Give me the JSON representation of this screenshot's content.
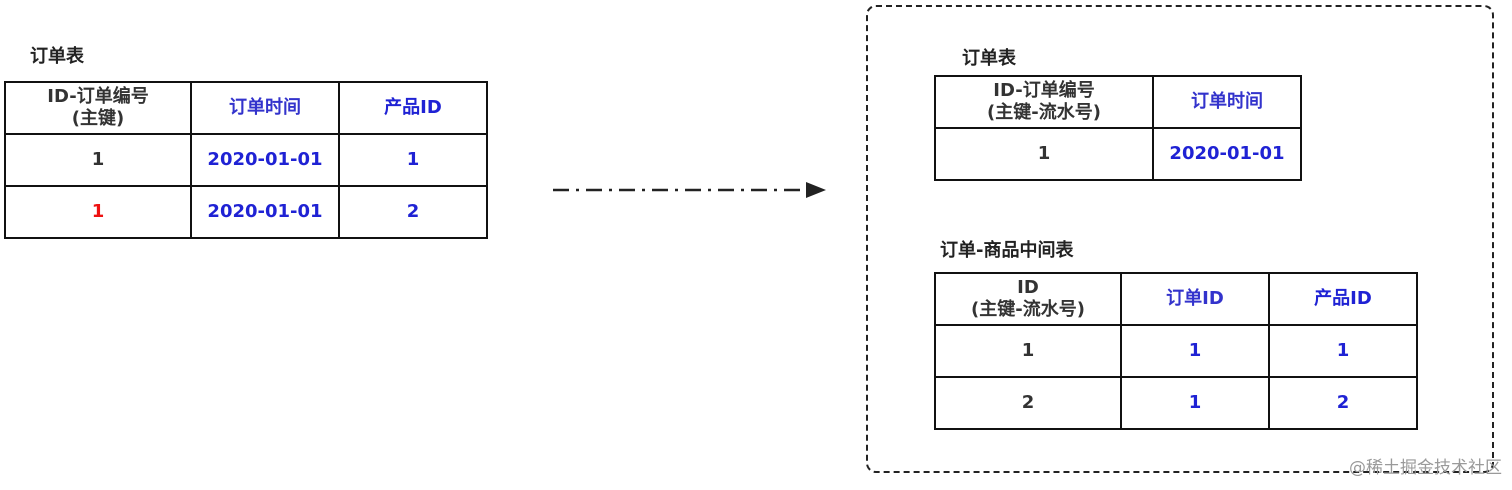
{
  "left": {
    "title": "订单表",
    "headers": [
      {
        "line1": "ID-订单编号",
        "line2": "(主键)"
      },
      {
        "line1": "订单时间",
        "line2": ""
      },
      {
        "line1": "产品ID",
        "line2": ""
      }
    ],
    "rows": [
      [
        "1",
        "2020-01-01",
        "1"
      ],
      [
        "1",
        "2020-01-01",
        "2"
      ]
    ]
  },
  "right_top": {
    "title": "订单表",
    "headers": [
      {
        "line1": "ID-订单编号",
        "line2": "(主键-流水号)"
      },
      {
        "line1": "订单时间",
        "line2": ""
      }
    ],
    "rows": [
      [
        "1",
        "2020-01-01"
      ]
    ]
  },
  "right_bottom": {
    "title": "订单-商品中间表",
    "headers": [
      {
        "line1": "ID",
        "line2": "(主键-流水号)"
      },
      {
        "line1": "订单ID",
        "line2": ""
      },
      {
        "line1": "产品ID",
        "line2": ""
      }
    ],
    "rows": [
      [
        "1",
        "1",
        "1"
      ],
      [
        "2",
        "1",
        "2"
      ]
    ]
  },
  "watermark": "@稀土掘金技术社区",
  "colors": {
    "text": "#333333",
    "blue": "#1f22d4",
    "red": "#ee1111",
    "border": "#111111"
  }
}
